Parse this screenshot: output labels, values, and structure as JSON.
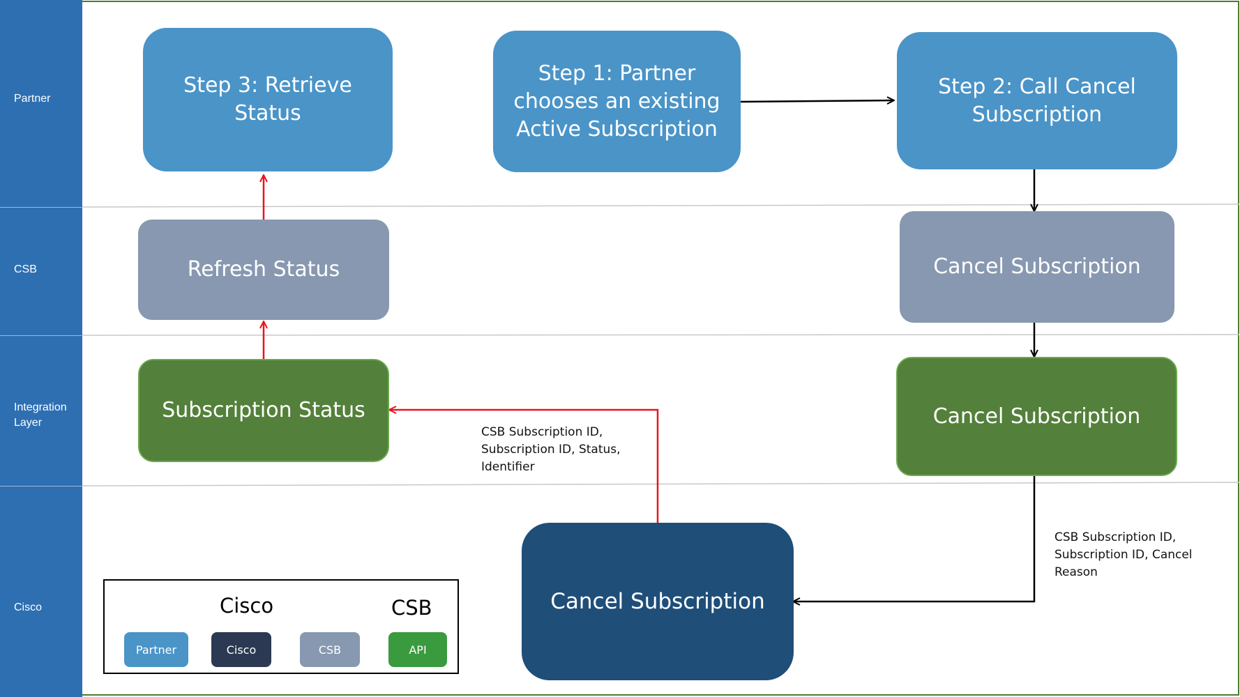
{
  "lanes": [
    "Partner",
    "CSB",
    "Integration\nLayer",
    "Cisco"
  ],
  "boxes": {
    "step3": "Step 3: Retrieve Status",
    "step1": "Step 1: Partner chooses an existing Active Subscription",
    "step2": "Step 2: Call Cancel Subscription",
    "refresh_status": "Refresh Status",
    "csb_cancel": "Cancel Subscription",
    "subscription_status": "Subscription Status",
    "api_cancel": "Cancel Subscription",
    "cisco_cancel": "Cancel Subscription"
  },
  "notes": {
    "status_payload": "CSB Subscription ID,\nSubscription ID, Status,\nIdentifier",
    "cancel_payload": "CSB Subscription ID,\nSubscription ID, Cancel\nReason"
  },
  "legend": {
    "arrow_red_label": "Cisco",
    "arrow_black_label": "CSB",
    "chips": [
      "Partner",
      "Cisco",
      "CSB",
      "API"
    ]
  },
  "colors": {
    "lane_bg": "#2e6fb2",
    "partner": "#4a94c8",
    "csb": "#8798b0",
    "api": "#53803a",
    "cisco": "#1f4e79",
    "cisco_chip": "#2b3a52",
    "red_arrow": "#e8141e",
    "black_arrow": "#000000"
  }
}
